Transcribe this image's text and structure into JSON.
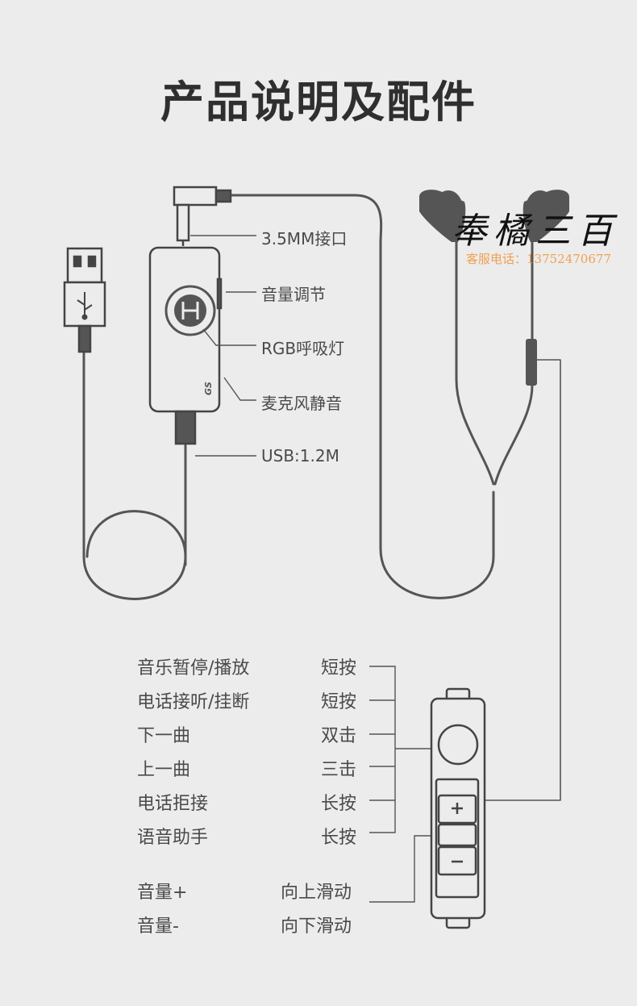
{
  "title": "产品说明及配件",
  "callouts": {
    "jack": "3.5MM接口",
    "volume": "音量调节",
    "rgb": "RGB呼吸灯",
    "mute": "麦克风静音",
    "usb": "USB:1.2M"
  },
  "functions": [
    {
      "label": "音乐暂停/播放",
      "action": "短按"
    },
    {
      "label": "电话接听/挂断",
      "action": "短按"
    },
    {
      "label": "下一曲",
      "action": "双击"
    },
    {
      "label": "上一曲",
      "action": "三击"
    },
    {
      "label": "电话拒接",
      "action": "长按"
    },
    {
      "label": "语音助手",
      "action": "长按"
    }
  ],
  "volume_functions": [
    {
      "label": "音量+",
      "action": "向上滑动"
    },
    {
      "label": "音量-",
      "action": "向下滑动"
    }
  ],
  "control_logo": "GS",
  "watermark": {
    "brand": "奉橘三百",
    "phone": "客服电话：13752470677"
  },
  "colors": {
    "background": "#ececec",
    "line": "#555555",
    "watermark_phone": "#f0a050"
  },
  "icons": [
    "usb-connector-icon",
    "usb-symbol-icon",
    "audio-jack-icon",
    "earbud-icon",
    "plus-icon",
    "minus-icon",
    "headphone-logo-icon"
  ]
}
